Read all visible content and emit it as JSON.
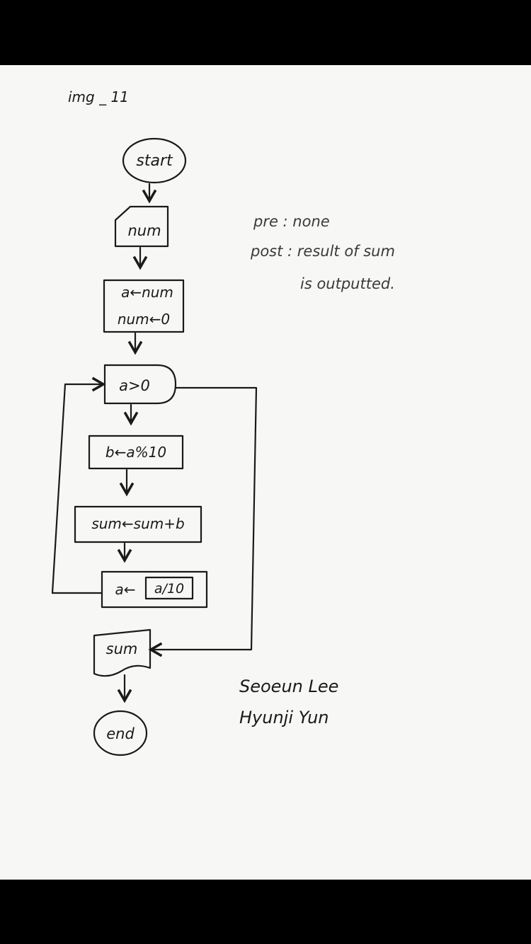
{
  "page_label": "img _ 11",
  "flowchart": {
    "start": "start",
    "input": "num",
    "init_1": "a←num",
    "init_2": "num←0",
    "condition": "a>0",
    "step_digit": "b←a%10",
    "step_sum": "sum←sum+b",
    "step_div_left": "a←",
    "step_div_right": "a/10",
    "output": "sum",
    "end": "end"
  },
  "notes": {
    "pre": "pre : none",
    "post_line1": "post : result of sum",
    "post_line2": "is outputted."
  },
  "authors": [
    "Seoeun Lee",
    "Hyunji Yun"
  ],
  "colors": {
    "ink": "#1a1a1a",
    "paper": "#f7f7f5",
    "frame": "#000000"
  }
}
